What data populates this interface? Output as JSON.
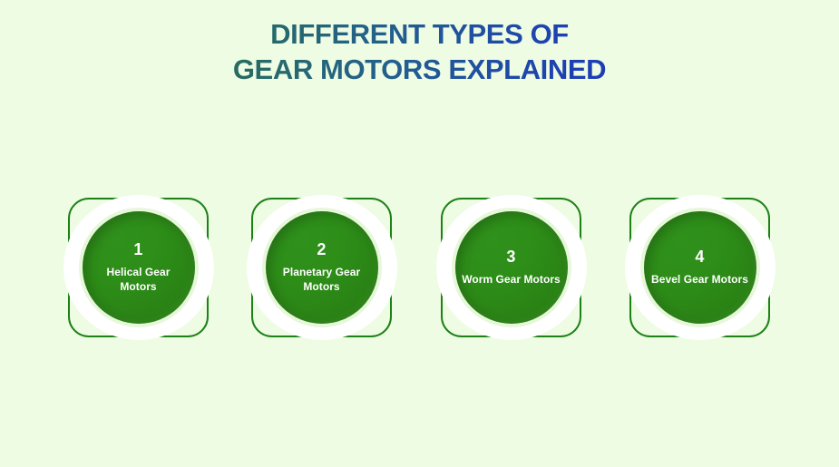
{
  "page": {
    "background_color": "#eefce3",
    "title": {
      "line1": "DIFFERENT TYPES OF",
      "line2": "GEAR MOTORS EXPLAINED",
      "gradient_start_color": "#2f7a3b",
      "gradient_end_color": "#1a2ec4"
    }
  },
  "colors": {
    "frame_border": "#1d8117",
    "ring": "#ffffff",
    "halo": "#e7f7da",
    "disc": "#2d8d18",
    "disc_text": "#ffffff"
  },
  "cards": [
    {
      "number": "1",
      "label": "Helical Gear Motors"
    },
    {
      "number": "2",
      "label": "Planetary Gear Motors"
    },
    {
      "number": "3",
      "label": "Worm Gear Motors"
    },
    {
      "number": "4",
      "label": "Bevel Gear Motors"
    }
  ]
}
